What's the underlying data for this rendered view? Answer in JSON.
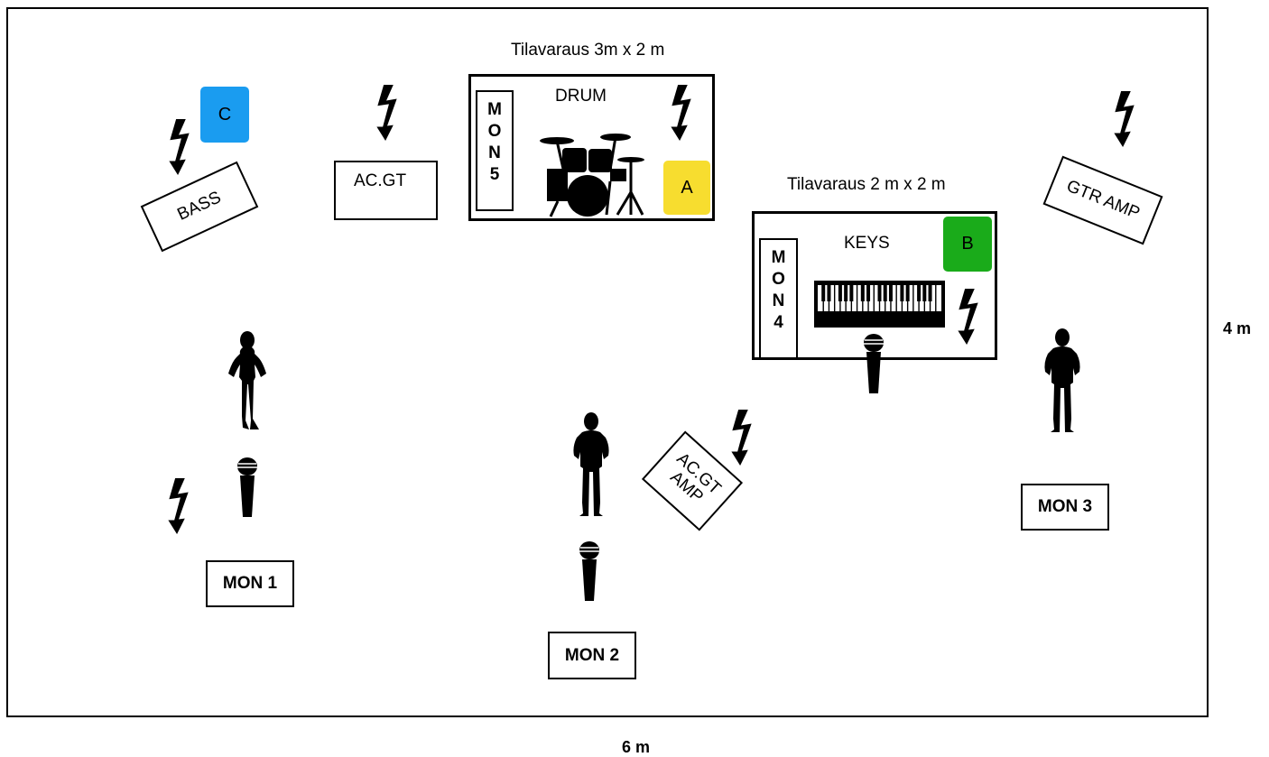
{
  "dimensions": {
    "width_label": "6 m",
    "height_label": "4 m"
  },
  "drum_area": {
    "reservation": "Tilavaraus 3m x 2 m",
    "title": "DRUM",
    "monitor_letters": [
      "M",
      "O",
      "N",
      "5"
    ],
    "power_tag": "A",
    "power_tag_color": "#f7dd2f"
  },
  "keys_area": {
    "reservation": "Tilavaraus 2 m x 2 m",
    "title": "KEYS",
    "monitor_letters": [
      "M",
      "O",
      "N",
      "4"
    ],
    "power_tag": "B",
    "power_tag_color": "#1aab1a"
  },
  "power_c": {
    "tag": "C",
    "color": "#1a9cf0"
  },
  "equipment": {
    "bass": "BASS",
    "ac_gt": "AC.GT",
    "gtr_amp": "GTR AMP",
    "ac_gt_amp_line1": "AC.GT",
    "ac_gt_amp_line2": "AMP"
  },
  "monitors": {
    "mon1": "MON 1",
    "mon2": "MON 2",
    "mon3": "MON 3"
  },
  "icons": [
    "lightning-icon",
    "person-icon",
    "microphone-icon",
    "drum-kit-icon",
    "keyboard-icon"
  ]
}
